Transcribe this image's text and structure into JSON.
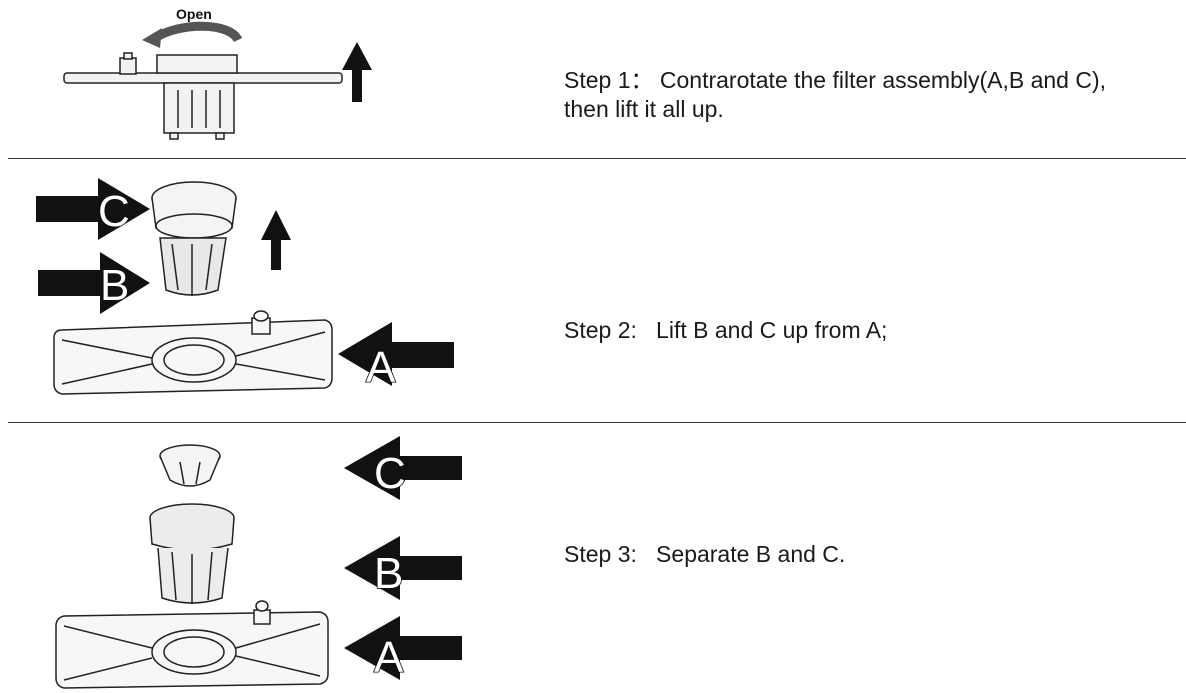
{
  "steps": {
    "step1_line1": "Step 1： Contrarotate the filter assembly(A,B and C),",
    "step1_line2": "then lift it all up.",
    "step2": "Step 2:   Lift B and C up from A;",
    "step3": "Step 3:   Separate B and C."
  },
  "labels": {
    "open": "Open",
    "a": "A",
    "b": "B",
    "c": "C"
  },
  "icons": [
    "rotate-arrow-icon",
    "up-arrow-icon",
    "left-arrow-icon",
    "right-arrow-icon"
  ]
}
